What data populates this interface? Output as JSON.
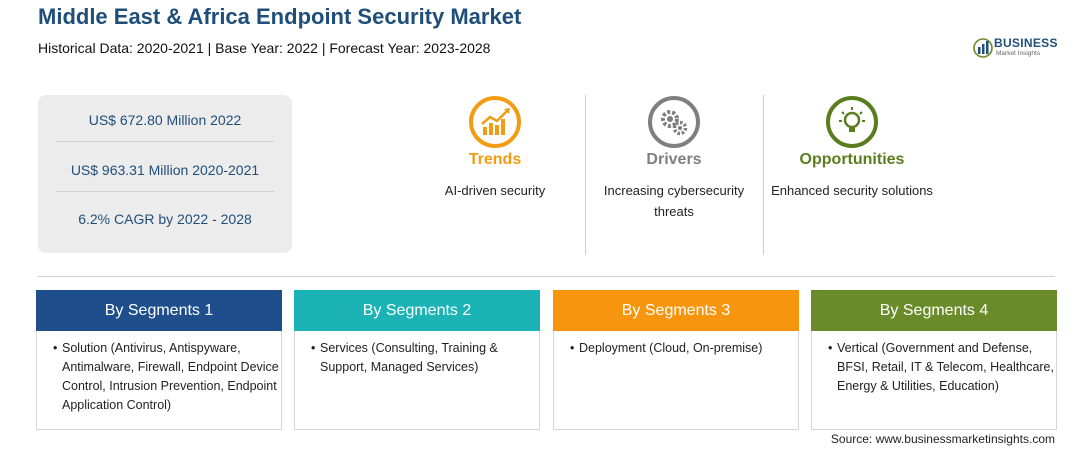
{
  "header": {
    "title": "Middle East & Africa Endpoint Security Market",
    "subtitle": "Historical Data: 2020-2021 | Base Year: 2022 | Forecast Year: 2023-2028"
  },
  "logo": {
    "name": "BUSINESS",
    "tagline": "Market Insights",
    "icon": "bar-chart-globe-icon"
  },
  "stats": [
    "US$ 672.80 Million 2022",
    "US$ 963.31 Million 2020-2021",
    "6.2% CAGR by 2022 - 2028"
  ],
  "features": [
    {
      "title": "Trends",
      "description": "AI-driven security",
      "icon": "trending-chart-icon",
      "color": "#f39c12"
    },
    {
      "title": "Drivers",
      "description": "Increasing cybersecurity threats",
      "icon": "gears-icon",
      "color": "#7f7f7f"
    },
    {
      "title": "Opportunities",
      "description": "Enhanced security solutions",
      "icon": "lightbulb-icon",
      "color": "#5a7d1e"
    }
  ],
  "segments": [
    {
      "title": "By Segments 1",
      "color": "#1f4e8c",
      "items": [
        "Solution (Antivirus, Antispyware, Antimalware, Firewall, Endpoint Device Control, Intrusion Prevention, Endpoint Application Control)"
      ]
    },
    {
      "title": "By Segments 2",
      "color": "#1bb3b6",
      "items": [
        "Services (Consulting, Training & Support, Managed Services)"
      ]
    },
    {
      "title": "By Segments 3",
      "color": "#f7950f",
      "items": [
        "Deployment (Cloud, On-premise)"
      ]
    },
    {
      "title": "By Segments 4",
      "color": "#6a8b2a",
      "items": [
        "Vertical (Government and Defense, BFSI, Retail, IT & Telecom, Healthcare, Energy & Utilities, Education)"
      ]
    }
  ],
  "source": "Source: www.businessmarketinsights.com"
}
